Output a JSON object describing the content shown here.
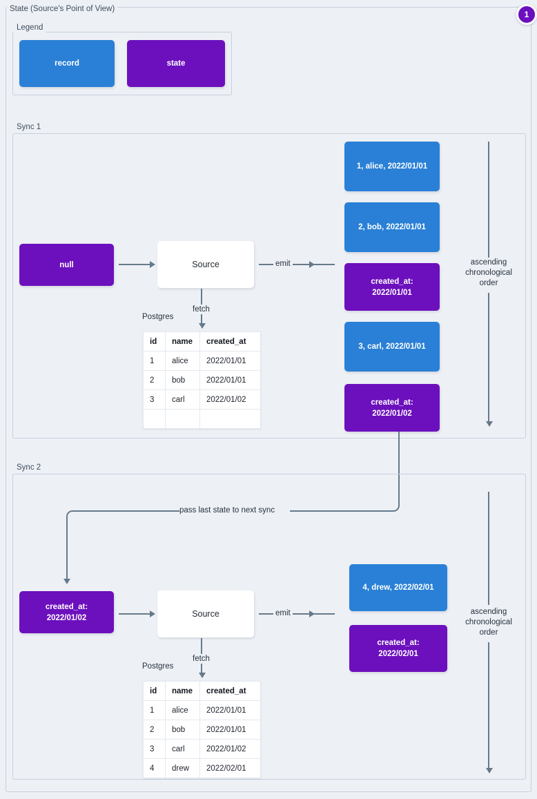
{
  "page": {
    "title": "State (Source's Point of View)",
    "background_color": "#edf0f5",
    "badge": "1"
  },
  "colors": {
    "record": "#2a80d6",
    "state": "#6c10bd",
    "plain": "#ffffff",
    "connector": "#65798a",
    "frame_border": "#c7d0dd"
  },
  "legend": {
    "label": "Legend",
    "items": [
      {
        "label": "record",
        "kind": "record"
      },
      {
        "label": "state",
        "kind": "state"
      }
    ]
  },
  "syncs": [
    {
      "label": "Sync 1",
      "state_in": {
        "text": "null",
        "kind": "state"
      },
      "source": {
        "label": "Source"
      },
      "fetch_label": "fetch",
      "emit_label": "emit",
      "db_label": "Postgres",
      "table": {
        "columns": [
          "id",
          "name",
          "created_at"
        ],
        "rows": [
          [
            "1",
            "alice",
            "2022/01/01"
          ],
          [
            "2",
            "bob",
            "2022/01/01"
          ],
          [
            "3",
            "carl",
            "2022/01/02"
          ],
          [
            "",
            "",
            ""
          ]
        ]
      },
      "emitted": [
        {
          "kind": "record",
          "text": "1, alice, 2022/01/01"
        },
        {
          "kind": "record",
          "text": "2, bob, 2022/01/01"
        },
        {
          "kind": "state",
          "text": "created_at:\n2022/01/01"
        },
        {
          "kind": "record",
          "text": "3, carl, 2022/01/01"
        },
        {
          "kind": "state",
          "text": "created_at:\n2022/01/02"
        }
      ],
      "order_label": "ascending\nchronological\norder"
    },
    {
      "label": "Sync 2",
      "state_in": {
        "text": "created_at:\n2022/01/02",
        "kind": "state"
      },
      "source": {
        "label": "Source"
      },
      "fetch_label": "fetch",
      "emit_label": "emit",
      "db_label": "Postgres",
      "table": {
        "columns": [
          "id",
          "name",
          "created_at"
        ],
        "rows": [
          [
            "1",
            "alice",
            "2022/01/01"
          ],
          [
            "2",
            "bob",
            "2022/01/01"
          ],
          [
            "3",
            "carl",
            "2022/01/02"
          ],
          [
            "4",
            "drew",
            "2022/02/01"
          ]
        ]
      },
      "emitted": [
        {
          "kind": "record",
          "text": "4, drew, 2022/02/01"
        },
        {
          "kind": "state",
          "text": "created_at:\n2022/02/01"
        }
      ],
      "order_label": "ascending\nchronological\norder"
    }
  ],
  "carry_over": {
    "label": "pass last state to next sync"
  }
}
